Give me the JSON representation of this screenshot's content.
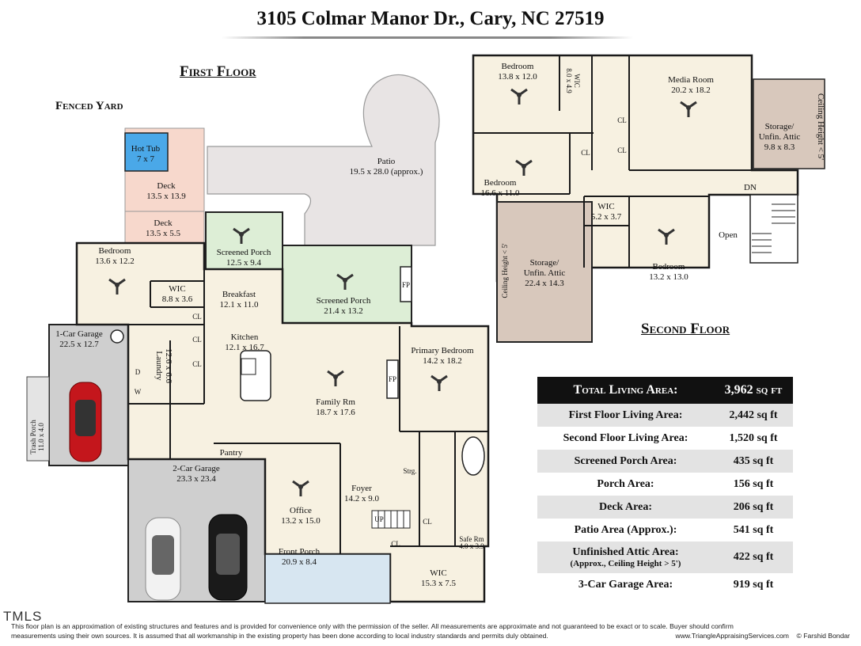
{
  "header": {
    "address": "3105 Colmar Manor Dr., Cary, NC 27519"
  },
  "labels": {
    "first_floor": "First Floor",
    "second_floor": "Second Floor",
    "fenced_yard": "Fenced Yard",
    "logo": "TMLS"
  },
  "rooms": {
    "hot_tub": [
      "Hot Tub",
      "7 x 7"
    ],
    "deck1": [
      "Deck",
      "13.5 x 13.9"
    ],
    "deck2": [
      "Deck",
      "13.5 x 5.5"
    ],
    "patio": [
      "Patio",
      "19.5 x 28.0 (approx.)"
    ],
    "bedroom1": [
      "Bedroom",
      "13.6 x 12.2"
    ],
    "wic1": [
      "WIC",
      "8.8 x 3.6"
    ],
    "screened_porch1": [
      "Screened Porch",
      "12.5 x 9.4"
    ],
    "screened_porch2": [
      "Screened Porch",
      "21.4 x 13.2"
    ],
    "breakfast": [
      "Breakfast",
      "12.1 x 11.0"
    ],
    "kitchen": [
      "Kitchen",
      "12.1 x 16.7"
    ],
    "garage1": [
      "1-Car Garage",
      "22.5 x 12.7"
    ],
    "laundry": [
      "Laundry",
      "12.6 x 6.6"
    ],
    "trash_porch": [
      "Trash Porch",
      "11.0 x 4.0"
    ],
    "family": [
      "Family Rm",
      "18.7 x 17.6"
    ],
    "primary": [
      "Primary Bedroom",
      "14.2 x 18.2"
    ],
    "pantry": [
      "Pantry"
    ],
    "garage2": [
      "2-Car Garage",
      "23.3 x 23.4"
    ],
    "office": [
      "Office",
      "13.2 x 15.0"
    ],
    "foyer": [
      "Foyer",
      "14.2 x 9.0"
    ],
    "front_porch": [
      "Front Porch",
      "20.9 x 8.4"
    ],
    "wic_primary": [
      "WIC",
      "15.3 x 7.5"
    ],
    "safe_rm": [
      "Safe Rm",
      "4.0 x 3.9"
    ],
    "strg": [
      "Strg."
    ],
    "up": [
      "UP"
    ],
    "fp": [
      "FP"
    ],
    "cl": [
      "CL"
    ],
    "d": [
      "D"
    ],
    "w": [
      "W"
    ],
    "bedroom_a": [
      "Bedroom",
      "13.8 x 12.0"
    ],
    "wic_a": [
      "WIC",
      "8.0 x 4.9"
    ],
    "media": [
      "Media Room",
      "20.2 x 18.2"
    ],
    "storage_right": [
      "Storage/",
      "Unfin. Attic",
      "9.8 x 8.3"
    ],
    "ceiling_right": [
      "Ceiling Height < 5'"
    ],
    "bedroom_b": [
      "Bedroom",
      "16.6 x 11.0"
    ],
    "dn": [
      "DN"
    ],
    "wic_b": [
      "WIC",
      "5.2 x 3.7"
    ],
    "open": [
      "Open"
    ],
    "storage_left": [
      "Storage/",
      "Unfin. Attic",
      "22.4 x 14.3"
    ],
    "ceiling_left": [
      "Ceiling Height < 5'"
    ],
    "bedroom_c": [
      "Bedroom",
      "13.2 x 13.0"
    ]
  },
  "area_table": [
    {
      "label": "Total Living Area:",
      "value": "3,962 sq ft"
    },
    {
      "label": "First Floor Living Area:",
      "value": "2,442 sq ft"
    },
    {
      "label": "Second Floor Living Area:",
      "value": "1,520 sq ft"
    },
    {
      "label": "Screened Porch Area:",
      "value": "435 sq ft"
    },
    {
      "label": "Porch Area:",
      "value": "156 sq ft"
    },
    {
      "label": "Deck Area:",
      "value": "206 sq ft"
    },
    {
      "label": "Patio Area (Approx.):",
      "value": "541 sq ft"
    },
    {
      "label": "Unfinished Attic Area:",
      "sublabel": "(Approx., Ceiling Height > 5')",
      "value": "422 sq ft"
    },
    {
      "label": "3-Car Garage Area:",
      "value": "919 sq ft"
    }
  ],
  "footer": {
    "disclaimer": "This floor plan is an approximation of existing structures and features and is provided for convenience only with the permission of the seller.  All measurements are approximate and not guaranteed to be exact or to scale.  Buyer should confirm",
    "disclaimer2": "measurements using their own sources.  It is assumed that all workmanship in the existing property has been done according to local industry standards and permits duly obtained.",
    "website": "www.TriangleAppraisingServices.com",
    "copyright": "© Farshid Bondar"
  },
  "colors": {
    "deck": "#f7d8cc",
    "patio": "#e8e4e4",
    "screened_porch": "#ddeed6",
    "interior": "#f7f1e1",
    "garage": "#cfcfcf",
    "hot_tub": "#4aa8e8",
    "front_porch": "#d7e6f1",
    "attic": "#d8c8bc",
    "wall": "#1a1a1a"
  }
}
